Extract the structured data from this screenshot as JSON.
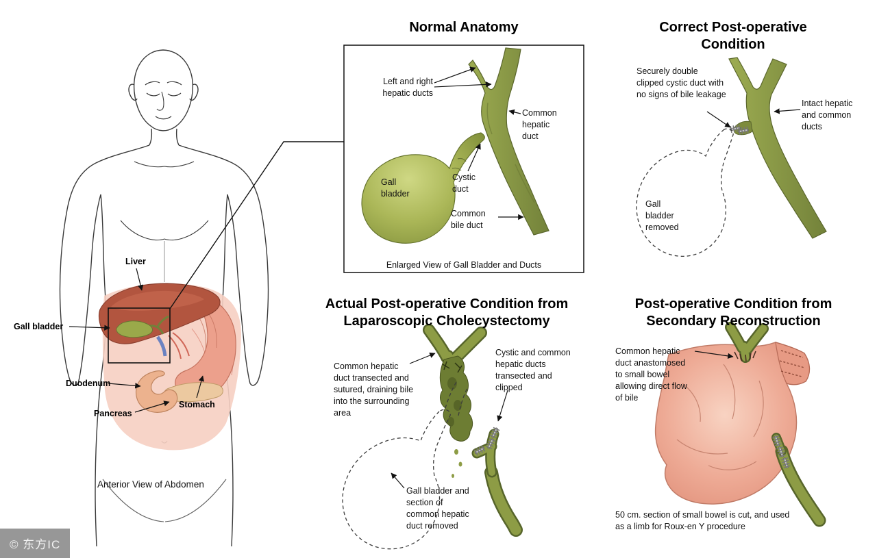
{
  "watermark": {
    "text": "© 东方IC"
  },
  "anatomy_figure": {
    "caption": "Anterior View of Abdomen",
    "labels": {
      "liver": "Liver",
      "gall_bladder": "Gall bladder",
      "duodenum": "Duodenum",
      "pancreas": "Pancreas",
      "stomach": "Stomach"
    }
  },
  "normal_anatomy": {
    "title": "Normal Anatomy",
    "caption": "Enlarged View of Gall Bladder and Ducts",
    "labels": {
      "hepatic_ducts": "Left and right hepatic ducts",
      "common_hepatic_duct": "Common hepatic duct",
      "gall_bladder": "Gall bladder",
      "cystic_duct": "Cystic duct",
      "common_bile_duct": "Common bile duct"
    }
  },
  "correct_postop": {
    "title": "Correct Post-operative Condition",
    "labels": {
      "clipped_cystic_duct": "Securely double clipped cystic duct with no signs of bile leakage",
      "intact_ducts": "Intact hepatic and common ducts",
      "gall_bladder_removed": "Gall bladder removed"
    }
  },
  "actual_postop": {
    "title": "Actual Post-operative Condition from Laparoscopic Cholecystectomy",
    "labels": {
      "duct_transected": "Common hepatic duct transected and sutured, draining bile into the surrounding area",
      "ducts_clipped": "Cystic and common hepatic ducts transected and clipped",
      "removed": "Gall bladder and section of common hepatic duct removed"
    }
  },
  "reconstruction": {
    "title": "Post-operative Condition from Secondary Reconstruction",
    "labels": {
      "anastomosed": "Common hepatic duct anastomosed to small bowel allowing direct flow of bile",
      "roux_en_y": "50 cm. section of small bowel is cut, and used as a limb for Roux-en Y procedure"
    }
  }
}
